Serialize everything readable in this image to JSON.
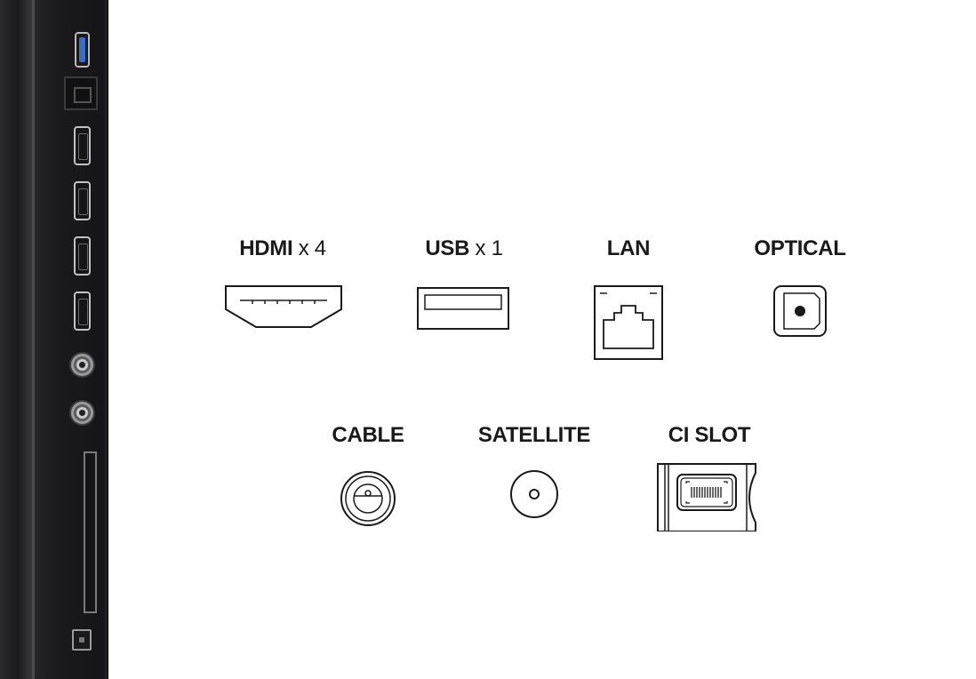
{
  "connectors_row1": [
    {
      "id": "hdmi",
      "name": "HDMI",
      "multiplier": "x 4",
      "icon": "hdmi-port-icon"
    },
    {
      "id": "usb",
      "name": "USB",
      "multiplier": "x 1",
      "icon": "usb-port-icon"
    },
    {
      "id": "lan",
      "name": "LAN",
      "multiplier": "",
      "icon": "lan-port-icon"
    },
    {
      "id": "optical",
      "name": "OPTICAL",
      "multiplier": "",
      "icon": "optical-port-icon"
    }
  ],
  "connectors_row2": [
    {
      "id": "cable",
      "name": "CABLE",
      "multiplier": "",
      "icon": "coax-cable-port-icon"
    },
    {
      "id": "satellite",
      "name": "SATELLITE",
      "multiplier": "",
      "icon": "satellite-port-icon"
    },
    {
      "id": "ci_slot",
      "name": "CI SLOT",
      "multiplier": "",
      "icon": "ci-slot-icon"
    }
  ],
  "colors": {
    "label_text": "#1a1a1a",
    "icon_stroke": "#1a1a1a",
    "usb_accent": "#2d6fd4",
    "tv_body": "#1b1b1d"
  }
}
